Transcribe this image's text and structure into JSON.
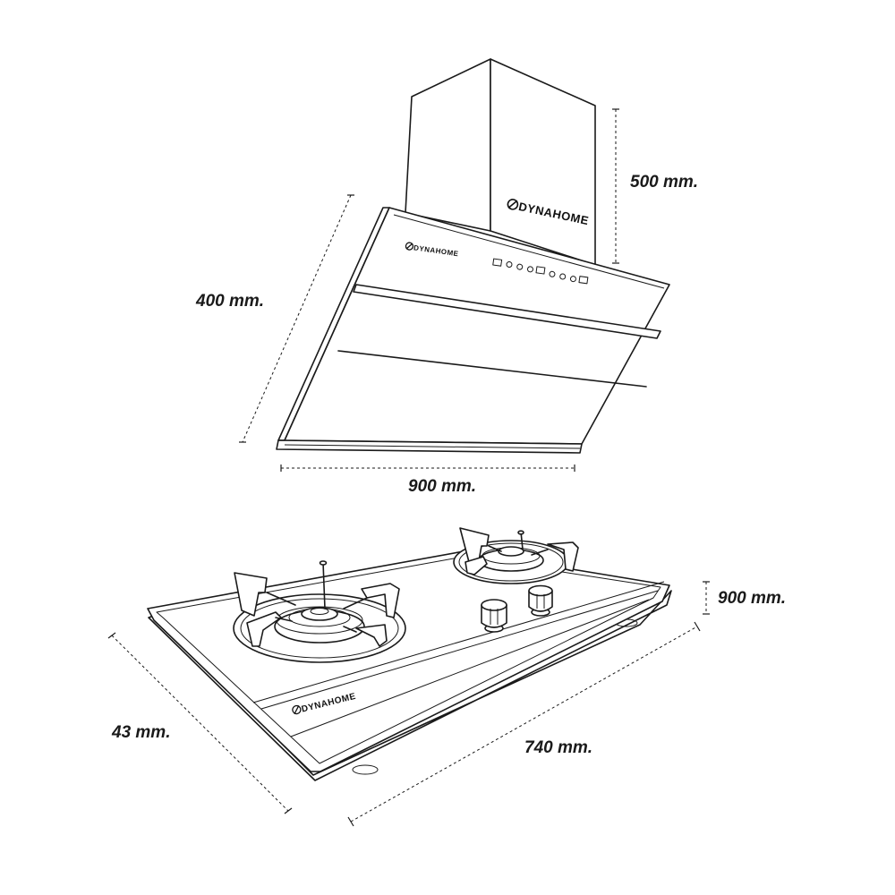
{
  "brand": {
    "name": "DYNAHOME"
  },
  "hood": {
    "height_chimney_label": "500 mm.",
    "height_canopy_label": "400 mm.",
    "width_label": "900 mm."
  },
  "hob": {
    "height_label": "900 mm.",
    "depth_label": "43 mm.",
    "length_label": "740 mm."
  }
}
